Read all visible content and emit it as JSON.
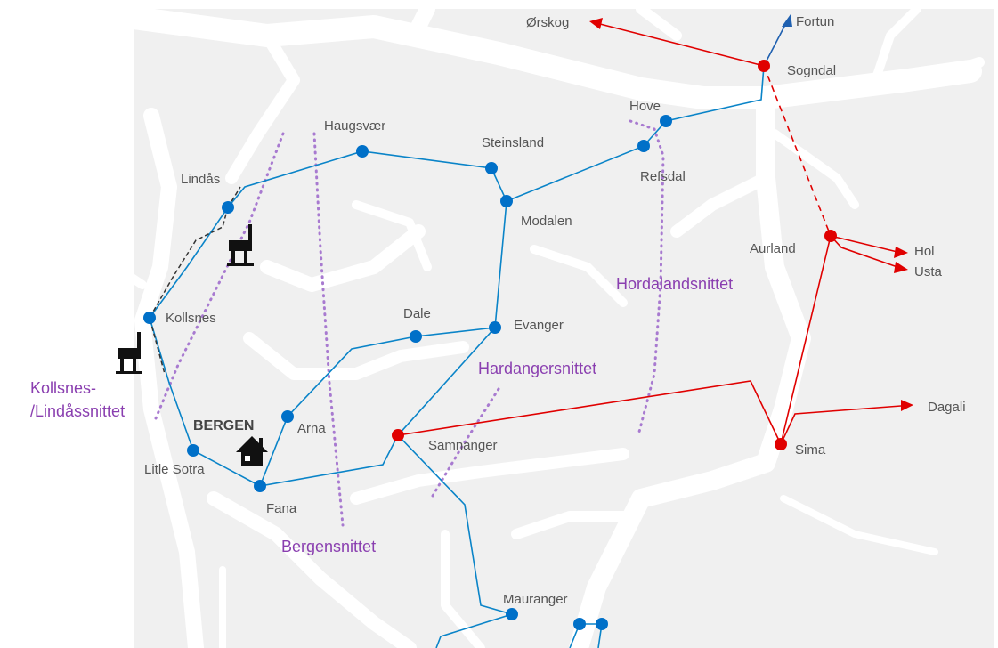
{
  "colors": {
    "land": "#f0f0f0",
    "water": "#ffffff",
    "grid_existing": "#0a84c8",
    "grid_node": "#0070c8",
    "high_voltage": "#e00000",
    "section": "#a87ad0",
    "section_text": "#8a3fb0"
  },
  "stations_blue": [
    "Lindås",
    "Haugsvær",
    "Steinsland",
    "Modalen",
    "Refsdal",
    "Hove",
    "Kollsnes",
    "Dale",
    "Evanger",
    "Arna",
    "Litle Sotra",
    "Fana",
    "Mauranger"
  ],
  "stations_red": [
    "Sogndal",
    "Aurland",
    "Samnanger",
    "Sima"
  ],
  "destinations": [
    "Ørskog",
    "Fortun",
    "Hol",
    "Usta",
    "Dagali"
  ],
  "city": "BERGEN",
  "sections": {
    "kollsnes": "Kollsnes-",
    "kollsnes2": "/Lindåssnittet",
    "bergen": "Bergensnittet",
    "hardanger": "Hardangersnittet",
    "hordaland": "Hordalandsnittet"
  },
  "icons": [
    "oil-platform-icon",
    "oil-platform-icon",
    "house-icon"
  ]
}
